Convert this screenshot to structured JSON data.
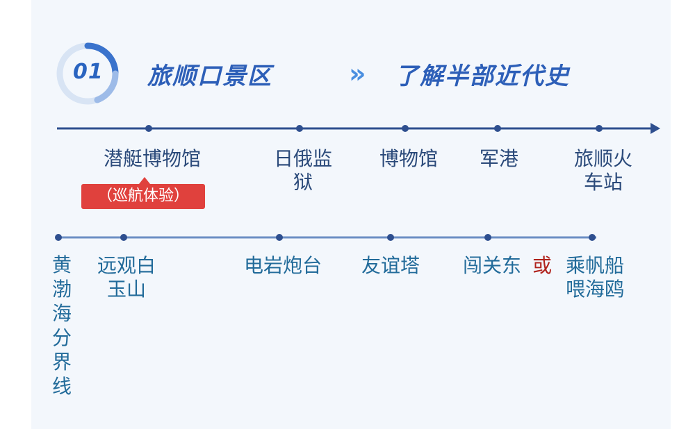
{
  "header": {
    "badge_number": "01",
    "title_left": "旅顺口景区",
    "chevron": "»",
    "title_right": "了解半部近代史"
  },
  "route_top": {
    "stops": [
      "潜艇博物馆",
      "日俄监\n狱",
      "博物馆",
      "军港",
      "旅顺火\n车站"
    ],
    "note": "（巡航体验）"
  },
  "route_bottom": {
    "start": "黄\n渤\n海\n分\n界\n线",
    "stops": [
      "远观白\n玉山",
      "电岩炮台",
      "友谊塔",
      "闯关东"
    ],
    "connector": "或",
    "last": "乘帆船\n喂海鸥"
  },
  "colors": {
    "title": "#2d5fb8",
    "line": "#2e4f8f",
    "pill": "#e0413d",
    "accent_red": "#b0221c"
  }
}
